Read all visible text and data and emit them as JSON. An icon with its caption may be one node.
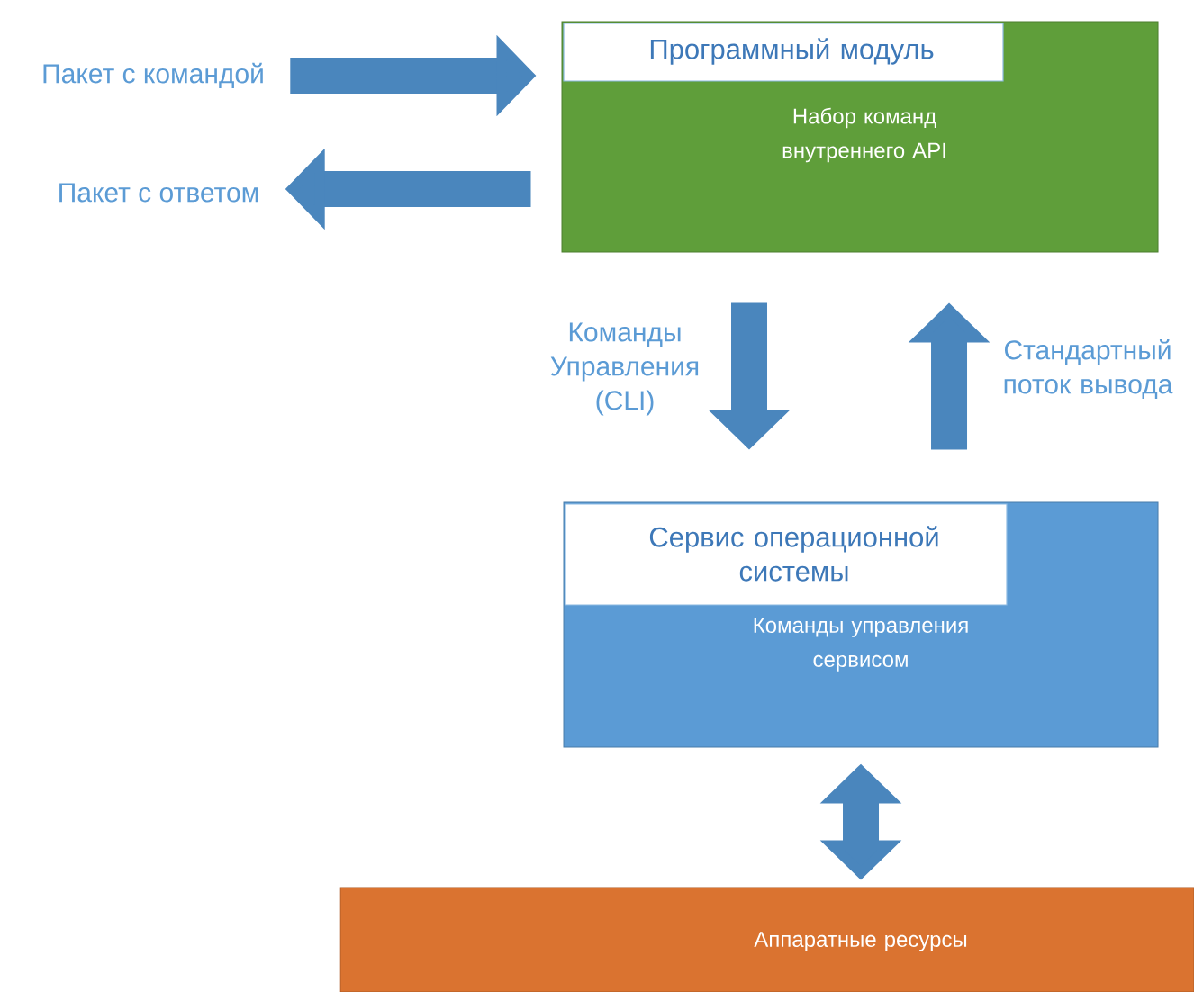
{
  "diagram": {
    "nodes": [
      {
        "text": [
          "Пакет с командой"
        ]
      },
      {
        "text": [
          "Пакет с ответом"
        ]
      },
      {
        "text": [
          "Программный модуль",
          "Набор команд внутреннего API"
        ]
      },
      {
        "text": [
          "Сервис операционной системы",
          "Команды управления сервисом"
        ]
      },
      {
        "text": [
          "Аппаратные ресурсы"
        ]
      }
    ],
    "edges": [
      {
        "from": 0,
        "to": 2,
        "arrow": "to"
      },
      {
        "from": 2,
        "to": 1,
        "arrow": "to"
      },
      {
        "from": 2,
        "to": 3,
        "arrow": "to",
        "label": "Команды Управления (CLI)"
      },
      {
        "from": 3,
        "to": 2,
        "arrow": "to",
        "label": "Стандартный поток вывода"
      },
      {
        "from": 3,
        "to": 4,
        "arrow": "both"
      }
    ]
  }
}
